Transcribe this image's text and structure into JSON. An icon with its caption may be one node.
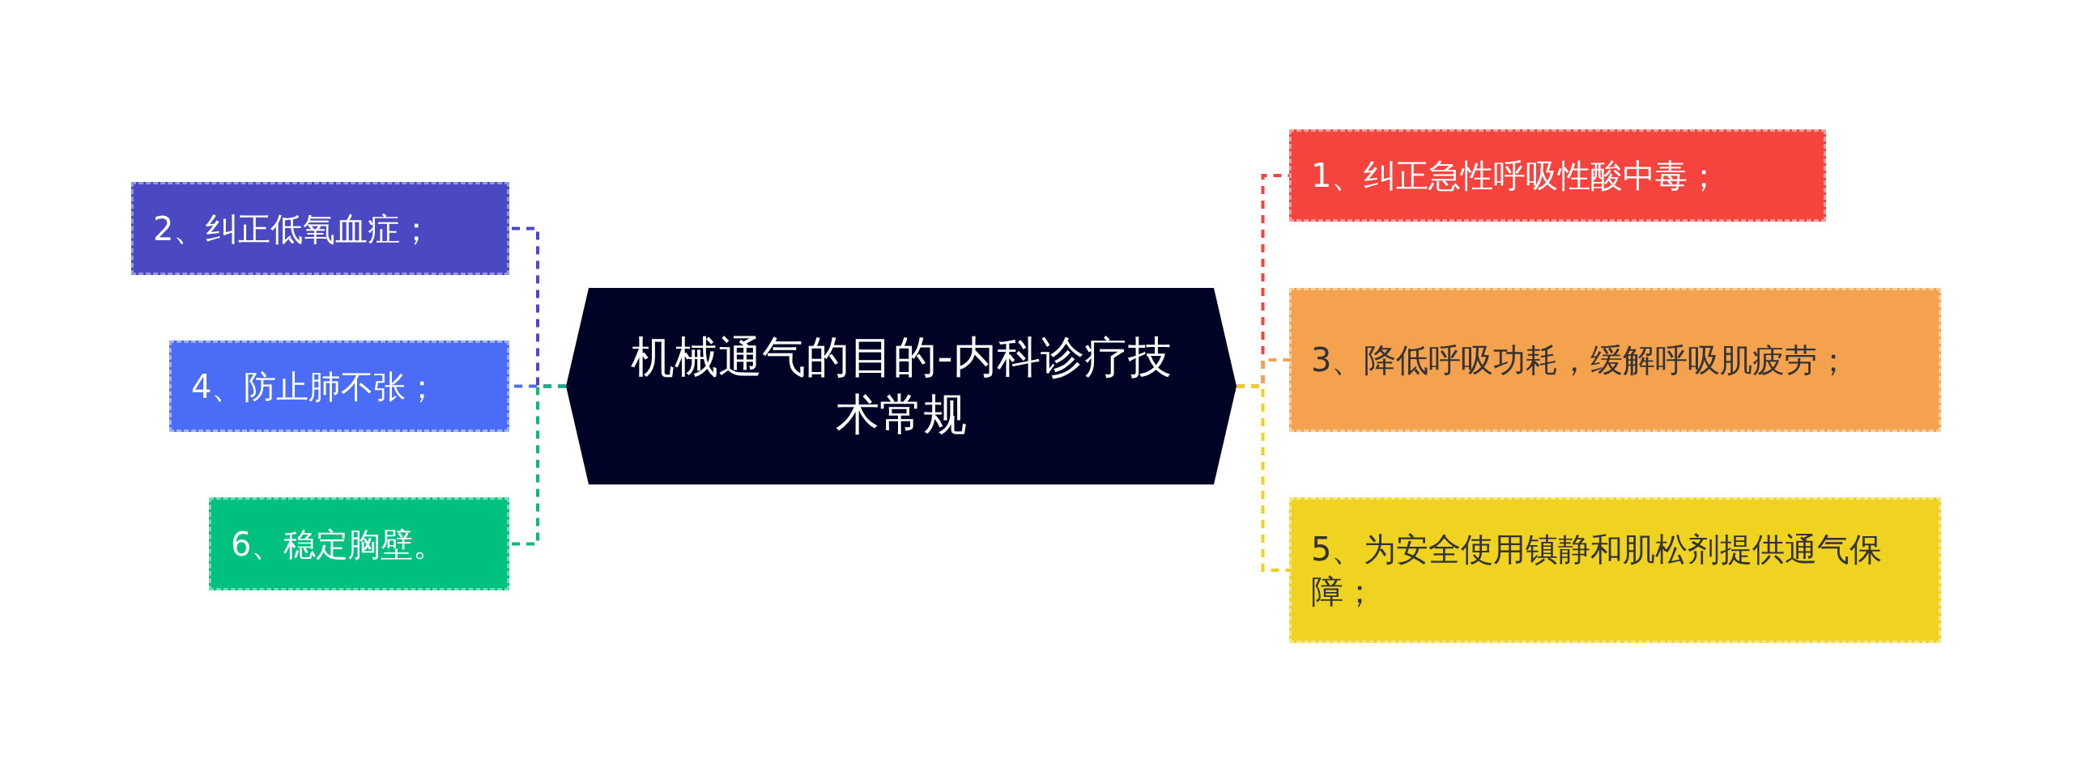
{
  "diagram": {
    "nodes": [
      {
        "text": [
          "机械通气的目的-内科诊疗技术常规"
        ]
      },
      {
        "text": [
          "1、纠正急性呼吸性酸中毒；"
        ]
      },
      {
        "text": [
          "2、纠正低氧血症；"
        ]
      },
      {
        "text": [
          "3、降低呼吸功耗，缓解呼吸肌疲劳；"
        ]
      },
      {
        "text": [
          "4、防止肺不张；"
        ]
      },
      {
        "text": [
          "5、为安全使用镇静和肌松剂提供通气保障；"
        ]
      },
      {
        "text": [
          "6、稳定胸壁。"
        ]
      }
    ],
    "edges": [
      {
        "from": 0,
        "to": 1,
        "arrow": "none",
        "style": "dashed",
        "color": "#f0463e"
      },
      {
        "from": 0,
        "to": 2,
        "arrow": "none",
        "style": "dashed",
        "color": "#4a48c4"
      },
      {
        "from": 0,
        "to": 3,
        "arrow": "none",
        "style": "dashed",
        "color": "#f4a24e"
      },
      {
        "from": 0,
        "to": 4,
        "arrow": "none",
        "style": "dashed",
        "color": "#4a6cf7"
      },
      {
        "from": 0,
        "to": 5,
        "arrow": "none",
        "style": "dashed",
        "color": "#f0d020"
      },
      {
        "from": 0,
        "to": 6,
        "arrow": "none",
        "style": "dashed",
        "color": "#10b878"
      }
    ]
  }
}
